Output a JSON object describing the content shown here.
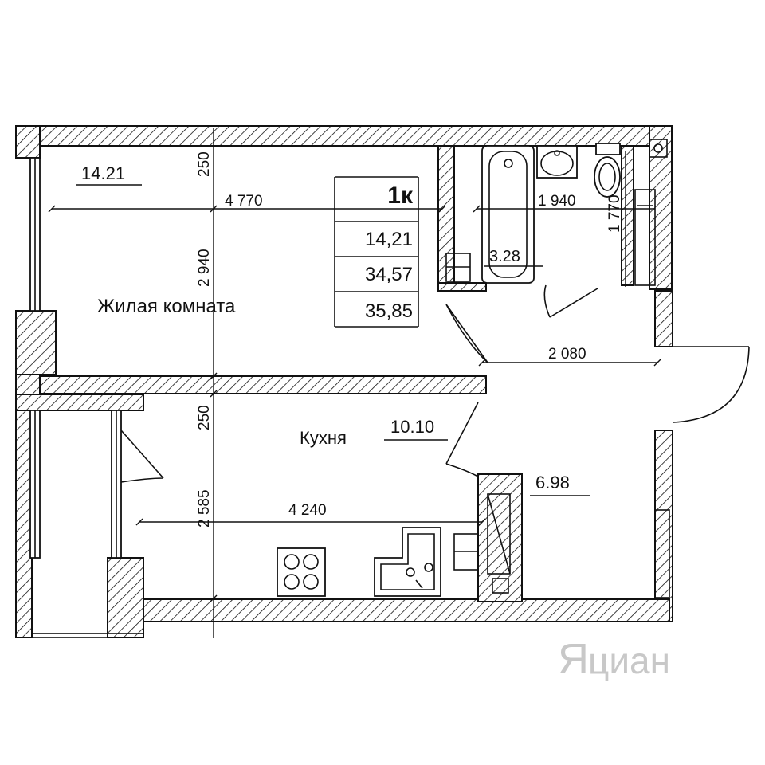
{
  "rooms": {
    "living": {
      "name": "Жилая комната",
      "area": "14.21"
    },
    "kitchen": {
      "name": "Кухня",
      "area": "10.10"
    },
    "bathroom": {
      "area": "3.28"
    },
    "hall": {
      "area": "6.98"
    }
  },
  "summary": {
    "type": "1к",
    "living_area": "14,21",
    "useful_area": "34,57",
    "total_area": "35,85"
  },
  "dimensions": {
    "living_width": "4 770",
    "living_depth": "2 940",
    "wall_top": "250",
    "wall_middle": "250",
    "kitchen_width": "4 240",
    "kitchen_depth": "2 585",
    "bath_width": "1 940",
    "bath_depth": "1 770",
    "hall_width": "2 080"
  },
  "watermark": "циан"
}
